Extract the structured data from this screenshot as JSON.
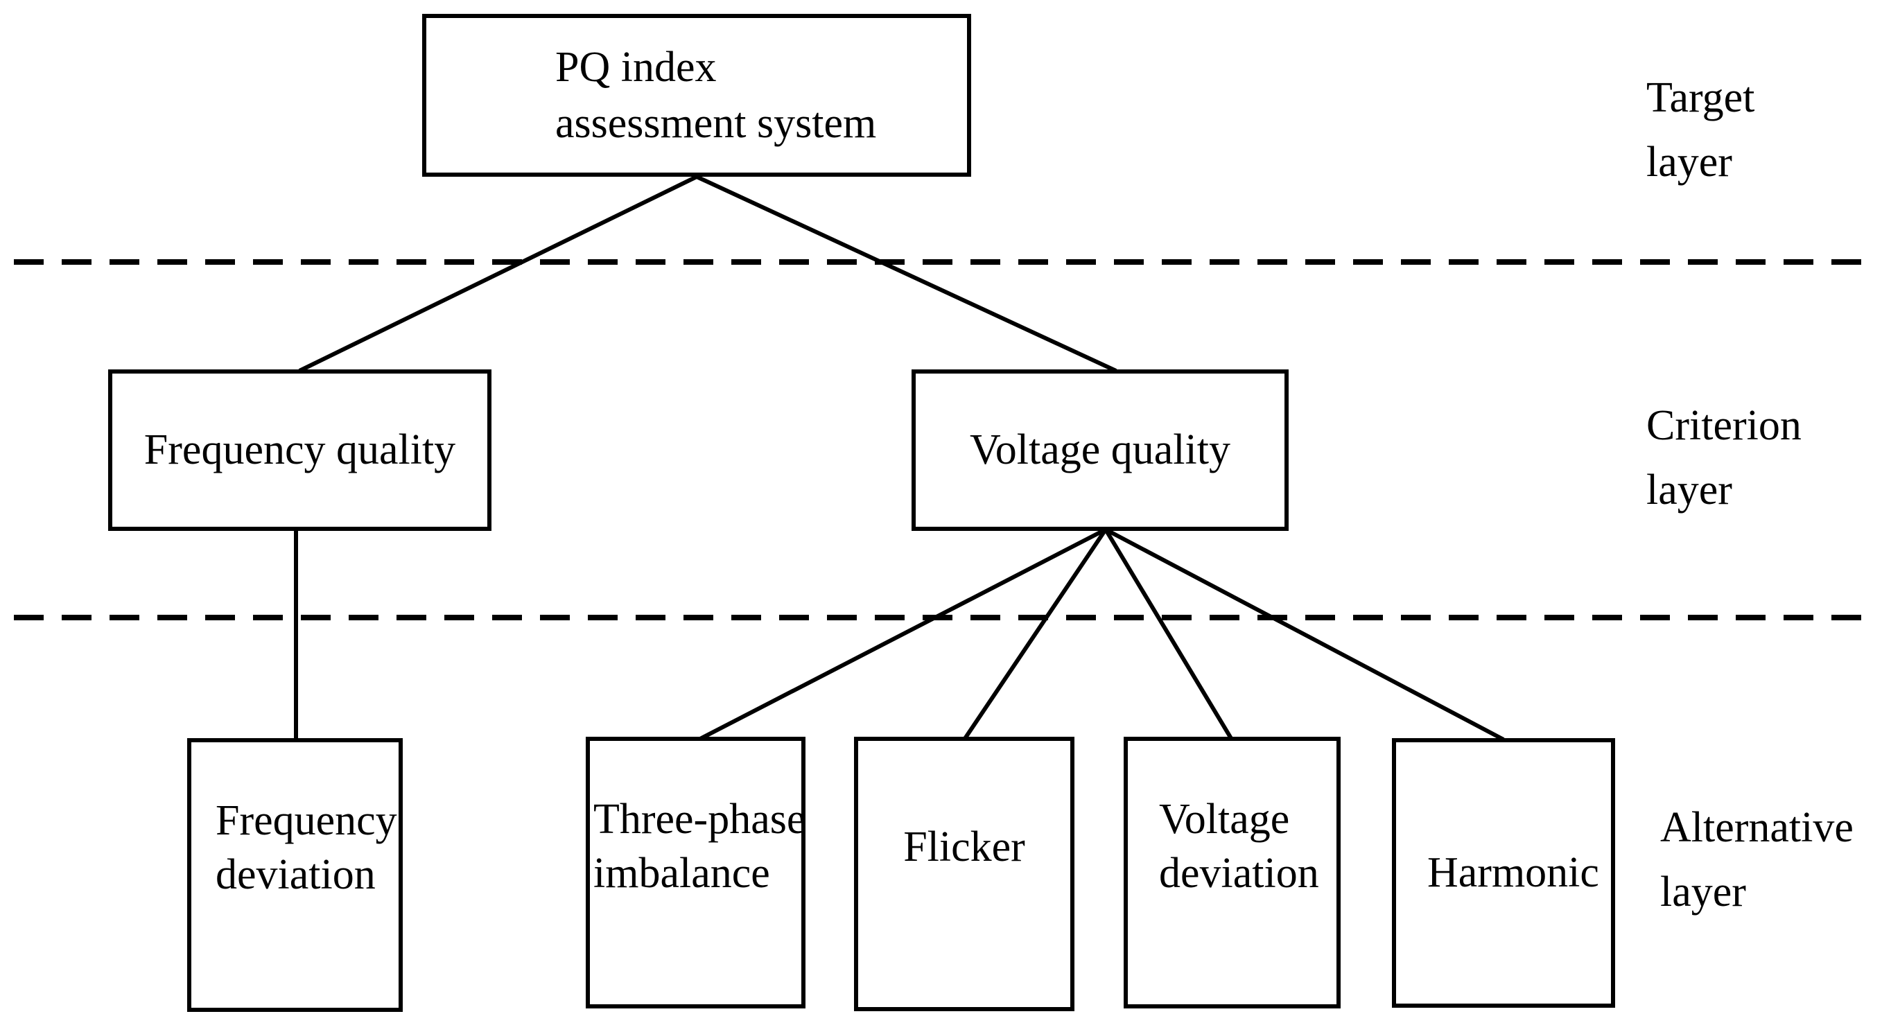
{
  "colors": {
    "line": "#000000",
    "text": "#000000",
    "background": "#ffffff"
  },
  "diagram": {
    "nodes": {
      "target": {
        "label": "PQ index assessment system",
        "lines": [
          "PQ index",
          "assessment system"
        ]
      },
      "frequency_quality": {
        "label": "Frequency quality",
        "lines": [
          "Frequency quality"
        ]
      },
      "voltage_quality": {
        "label": "Voltage quality",
        "lines": [
          "Voltage quality"
        ]
      },
      "frequency_deviation": {
        "label": "Frequency deviation",
        "lines": [
          "Frequency",
          "deviation"
        ]
      },
      "three_phase_imbalance": {
        "label": "Three-phase imbalance",
        "lines": [
          "Three-phase",
          "imbalance"
        ]
      },
      "flicker": {
        "label": "Flicker",
        "lines": [
          "Flicker"
        ]
      },
      "voltage_deviation": {
        "label": "Voltage deviation",
        "lines": [
          "Voltage",
          "deviation"
        ]
      },
      "harmonic": {
        "label": "Harmonic",
        "lines": [
          "Harmonic"
        ]
      }
    },
    "layer_labels": {
      "target": {
        "label": "Target layer",
        "lines": [
          "Target",
          "layer"
        ]
      },
      "criterion": {
        "label": "Criterion layer",
        "lines": [
          "Criterion",
          "layer"
        ]
      },
      "alternative": {
        "label": "Alternative layer",
        "lines": [
          "Alternative",
          "layer"
        ]
      }
    }
  }
}
